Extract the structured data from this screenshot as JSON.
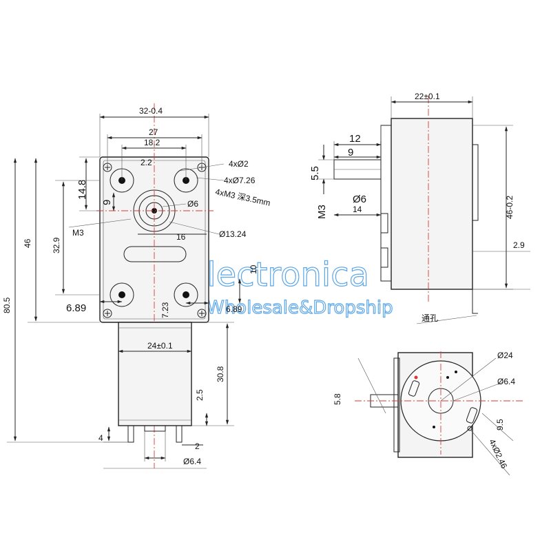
{
  "watermark": {
    "brand": "Electronica",
    "tagline": "Wholesale&Dropship"
  },
  "colors": {
    "centerline": "#d63a3a",
    "watermark": "#5aa6e8",
    "line": "#222222"
  },
  "front_view": {
    "width_overall": "32-0.4",
    "width_holes": "27",
    "width_inner": "18.2",
    "tiny_label": "2.2",
    "hole_count_small": "4xØ2",
    "hole_count_boss": "4xØ7.26",
    "thread_note": "4xM3 深3.5mm",
    "shaft_dia": "Ø6",
    "boss_dia": "Ø13.24",
    "height_top": "14.8",
    "offset_9": "9",
    "thread_m3": "M3",
    "height_32_9": "32.9",
    "height_46": "46",
    "total_80_5": "80.5",
    "slot_16": "16",
    "vert_10": "10",
    "bottom_left_6_89": "6.89",
    "bottom_right_6_89": "6.89",
    "vert_7_23": "7.23",
    "motor_width": "24±0.1",
    "motor_height": "30.8",
    "motor_2_5": "2.5",
    "terminal_4": "4",
    "terminal_2": "2",
    "motor_shaft": "Ø6.4"
  },
  "side_view": {
    "depth": "22±0.1",
    "shaft_len_12": "12",
    "shaft_flat_9": "9",
    "shaft_5_5": "5.5",
    "shaft_dia": "Ø6",
    "thread_m3": "M3",
    "shaft_14": "14",
    "height_46": "46-0.2",
    "offset_2_9": "2.9",
    "through_hole": "通孔"
  },
  "end_view": {
    "dia_24": "Ø24",
    "dia_6_4": "Ø6.4",
    "dim_5_8": "5.8",
    "dim_9_5": "9.5",
    "holes": "4xØ2.46"
  }
}
